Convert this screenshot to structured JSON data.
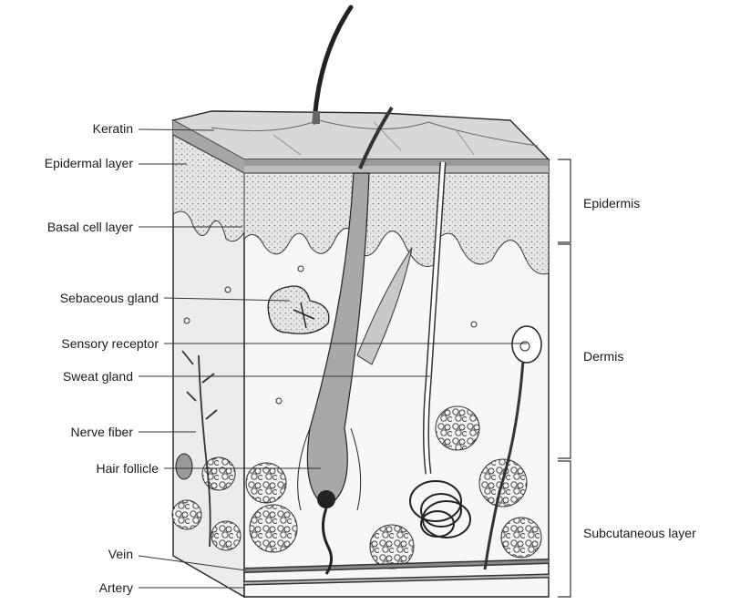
{
  "labels": {
    "keratin": "Keratin",
    "epidermal_layer": "Epidermal layer",
    "basal_cell_layer": "Basal cell layer",
    "sebaceous_gland": "Sebaceous gland",
    "sensory_receptor": "Sensory receptor",
    "sweat_gland": "Sweat gland",
    "nerve_fiber": "Nerve fiber",
    "hair_follicle": "Hair follicle",
    "vein": "Vein",
    "artery": "Artery"
  },
  "regions": {
    "epidermis": "Epidermis",
    "dermis": "Dermis",
    "subcutaneous": "Subcutaneous layer"
  }
}
